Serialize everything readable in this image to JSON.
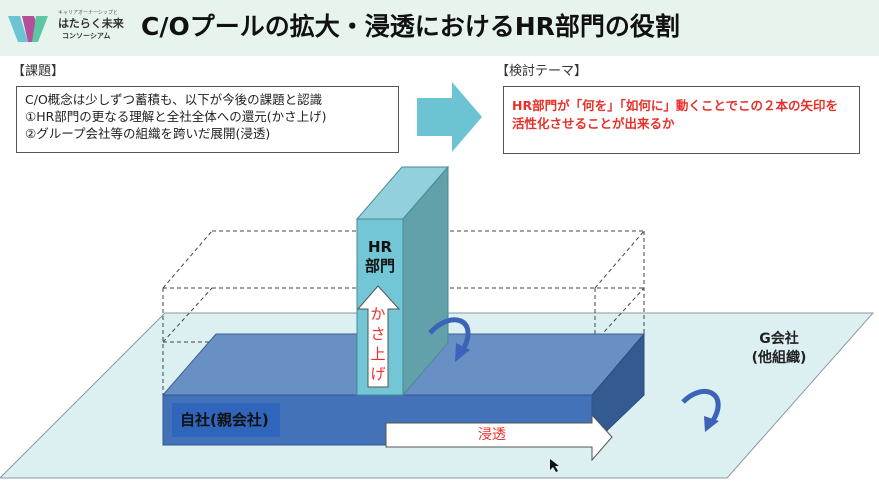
{
  "header": {
    "logo_tagline": "キャリアオーナーシップと",
    "logo_name": "はたらく未来",
    "logo_sub": "コンソーシアム",
    "title": "C/Oプールの拡大・浸透におけるHR部門の役割"
  },
  "issues": {
    "label": "【課題】",
    "lines": [
      "C/O概念は少しずつ蓄積も、以下が今後の課題と認識",
      "①HR部門の更なる理解と全社全体への還元(かさ上げ)",
      "②グループ会社等の組織を跨いだ展開(浸透)"
    ]
  },
  "theme": {
    "label": "【検討テーマ】",
    "lines": [
      "HR部門が「何を」「如何に」動くことでこの２本の矢印を",
      "活性化させることが出来るか"
    ]
  },
  "diagram": {
    "hr_line1": "HR",
    "hr_line2": "部門",
    "raise_chars": [
      "か",
      "さ",
      "上",
      "げ"
    ],
    "own_company": "自社(親会社)",
    "penetration": "浸透",
    "group_line1": "G会社",
    "group_line2": "(他組織)"
  },
  "colors": {
    "header_bg": "#e7f4ee",
    "arrow_teal": "#6cc3d2",
    "slab_blue": "#4472b8",
    "hr_teal": "#72c6d6",
    "theme_red": "#e8302a"
  }
}
